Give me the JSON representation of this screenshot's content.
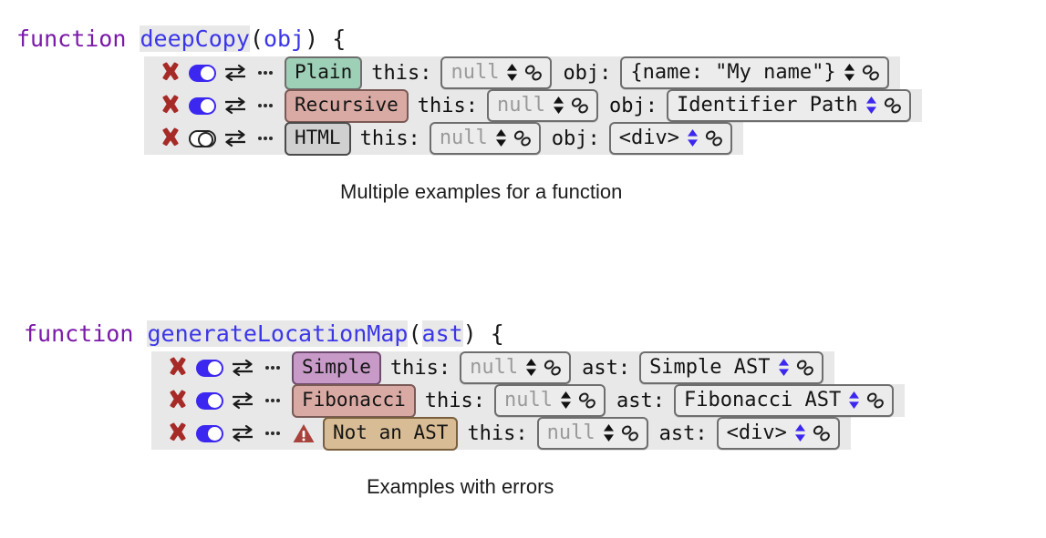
{
  "blocks": [
    {
      "id": "deep-copy",
      "signature": {
        "keyword": "function ",
        "name": "deepCopy",
        "open_paren": "(",
        "params": "obj",
        "close_paren": ") ",
        "brace": "{"
      },
      "caption": "Multiple examples for a function",
      "rows": [
        {
          "close_label": "close-example",
          "toggle_state": "on",
          "has_warning": false,
          "chip": {
            "label": "Plain",
            "color": "green"
          },
          "fields": [
            {
              "label": "this:",
              "value": "null",
              "muted": true,
              "spinner": "black"
            },
            {
              "label": "obj:",
              "value": "{name: \"My name\"}",
              "muted": false,
              "spinner": "black"
            }
          ]
        },
        {
          "close_label": "close-example",
          "toggle_state": "on",
          "has_warning": false,
          "chip": {
            "label": "Recursive",
            "color": "rose"
          },
          "fields": [
            {
              "label": "this:",
              "value": "null",
              "muted": true,
              "spinner": "black"
            },
            {
              "label": "obj:",
              "value": "Identifier Path",
              "muted": false,
              "spinner": "blue"
            }
          ]
        },
        {
          "close_label": "close-example",
          "toggle_state": "off",
          "has_warning": false,
          "chip": {
            "label": "HTML",
            "color": "gray"
          },
          "fields": [
            {
              "label": "this:",
              "value": "null",
              "muted": true,
              "spinner": "black"
            },
            {
              "label": "obj:",
              "value": "<div>",
              "muted": false,
              "spinner": "blue"
            }
          ]
        }
      ]
    },
    {
      "id": "generate-location-map",
      "signature": {
        "keyword": "function ",
        "name": "generateLocationMap",
        "open_paren": "(",
        "params": "ast",
        "close_paren": ") ",
        "brace": "{"
      },
      "caption": "Examples with errors",
      "rows": [
        {
          "close_label": "close-example",
          "toggle_state": "on",
          "has_warning": false,
          "chip": {
            "label": "Simple",
            "color": "purple"
          },
          "fields": [
            {
              "label": "this:",
              "value": "null",
              "muted": true,
              "spinner": "black"
            },
            {
              "label": "ast:",
              "value": "Simple AST",
              "muted": false,
              "spinner": "blue"
            }
          ]
        },
        {
          "close_label": "close-example",
          "toggle_state": "on",
          "has_warning": false,
          "chip": {
            "label": "Fibonacci",
            "color": "rose"
          },
          "fields": [
            {
              "label": "this:",
              "value": "null",
              "muted": true,
              "spinner": "black"
            },
            {
              "label": "ast:",
              "value": "Fibonacci AST",
              "muted": false,
              "spinner": "blue"
            }
          ]
        },
        {
          "close_label": "close-example",
          "toggle_state": "on",
          "has_warning": true,
          "chip": {
            "label": "Not an AST",
            "color": "tan"
          },
          "fields": [
            {
              "label": "this:",
              "value": "null",
              "muted": true,
              "spinner": "black"
            },
            {
              "label": "ast:",
              "value": "<div>",
              "muted": false,
              "spinner": "blue"
            }
          ]
        }
      ]
    }
  ],
  "icons": {
    "close": "close-x-icon",
    "toggle": "toggle-switch-icon",
    "swap": "swap-arrows-icon",
    "more": "more-options-icon",
    "warning": "warning-triangle-icon",
    "spinner": "stepper-arrows-icon",
    "link": "chain-link-icon"
  },
  "colors": {
    "keyword": "#7b19a8",
    "identifier": "#3b36e8",
    "panel": "#e8e8e8",
    "close": "#a62b27",
    "toggle_on": "#3b27f0",
    "spinner_blue": "#3b27f0",
    "warning": "#a8423c"
  }
}
